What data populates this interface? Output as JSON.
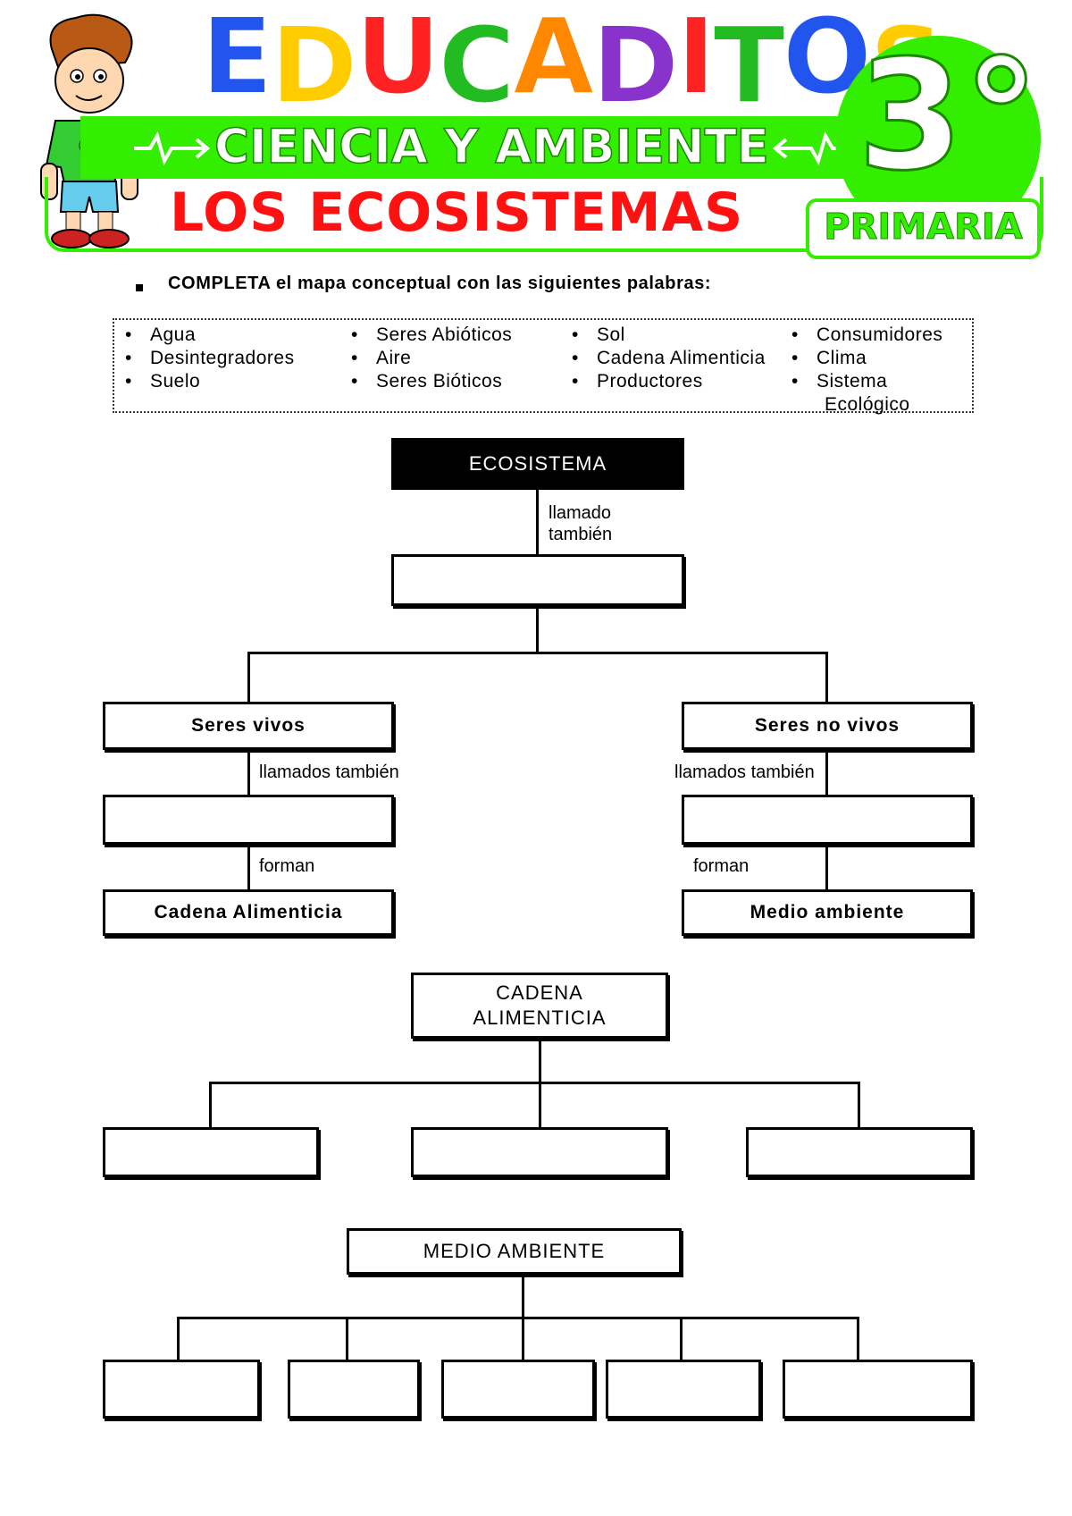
{
  "header": {
    "brand_letters": [
      {
        "ch": "E",
        "color": "#2255ee"
      },
      {
        "ch": "D",
        "color": "#ffcc00"
      },
      {
        "ch": "U",
        "color": "#ff2222"
      },
      {
        "ch": "C",
        "color": "#22bb22"
      },
      {
        "ch": "A",
        "color": "#ff8800"
      },
      {
        "ch": "D",
        "color": "#8833cc"
      },
      {
        "ch": "I",
        "color": "#ff2222"
      },
      {
        "ch": "T",
        "color": "#22bb22"
      },
      {
        "ch": "O",
        "color": "#2255ee"
      },
      {
        "ch": "S",
        "color": "#ffcc00"
      }
    ],
    "subject": "CIENCIA Y AMBIENTE",
    "topic": "LOS ECOSISTEMAS",
    "grade": "3°",
    "level": "PRIMARIA",
    "accent_green": "#33ee00",
    "topic_red": "#ff1111"
  },
  "instruction": "COMPLETA el mapa conceptual con las siguientes palabras:",
  "word_bank": {
    "columns": [
      [
        "Agua",
        "Desintegradores",
        "Suelo"
      ],
      [
        "Seres Abióticos",
        "Aire",
        "Seres Bióticos"
      ],
      [
        "Sol",
        "Cadena Alimenticia",
        "Productores"
      ],
      [
        "Consumidores",
        "Clima",
        "Sistema",
        "Ecológico"
      ]
    ]
  },
  "map1": {
    "root": "ECOSISTEMA",
    "link_root": "llamado\ntambién",
    "left": {
      "title": "Seres vivos",
      "link1": "llamados también",
      "link2": "forman",
      "result": "Cadena Alimenticia"
    },
    "right": {
      "title": "Seres no vivos",
      "link1": "llamados también",
      "link2": "forman",
      "result": "Medio ambiente"
    }
  },
  "map2": {
    "root": "CADENA\nALIMENTICIA",
    "blank_count": 3
  },
  "map3": {
    "root": "MEDIO AMBIENTE",
    "blank_count": 5
  }
}
